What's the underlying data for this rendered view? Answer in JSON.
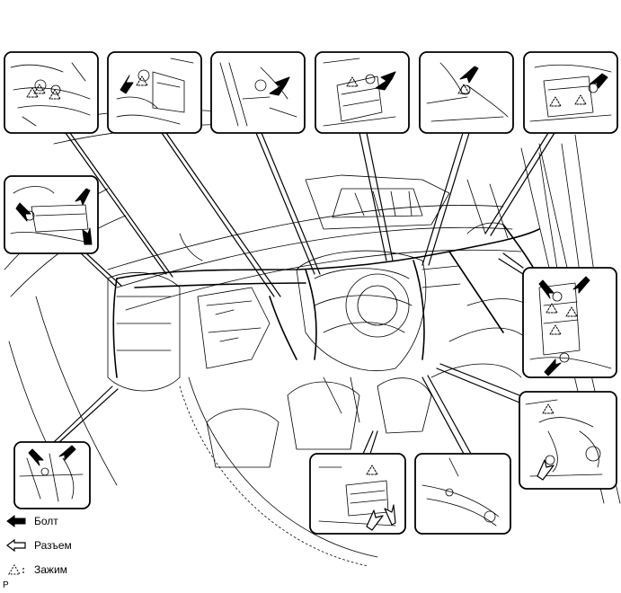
{
  "legend": {
    "bolt": "Болт",
    "connector": "Разъем",
    "clamp": "Зажим"
  },
  "figure_code": "P",
  "icons": {
    "bolt": "filled-arrow-icon",
    "connector": "outline-arrow-icon",
    "clamp": "dashed-triangle-icon"
  },
  "colors": {
    "line": "#000000",
    "background": "#ffffff"
  }
}
